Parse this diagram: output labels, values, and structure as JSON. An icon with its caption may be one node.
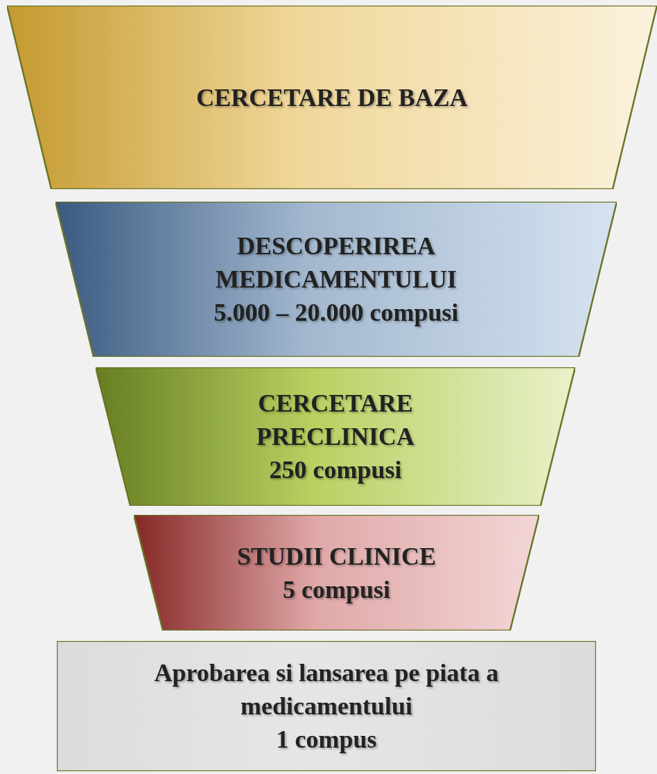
{
  "diagram": {
    "nodes": [
      {
        "text": [
          "CERCETARE DE BAZA"
        ]
      },
      {
        "text": [
          "DESCOPERIREA MEDICAMENTULUI",
          "5.000 – 20.000 compusi"
        ]
      },
      {
        "text": [
          "CERCETARE PRECLINICA",
          "250 compusi"
        ]
      },
      {
        "text": [
          "STUDII CLINICE",
          "5 compusi"
        ]
      },
      {
        "text": [
          "Aprobarea si lansarea pe piata a medicamentului",
          "1 compus"
        ]
      }
    ]
  }
}
